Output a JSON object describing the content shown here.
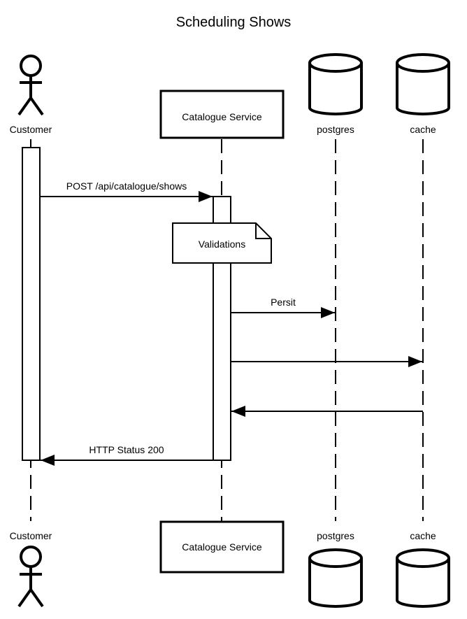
{
  "title": "Scheduling Shows",
  "participants": {
    "customer": {
      "label": "Customer",
      "kind": "actor"
    },
    "catalogue": {
      "label": "Catalogue Service",
      "kind": "box"
    },
    "postgres": {
      "label": "postgres",
      "kind": "database"
    },
    "cache": {
      "label": "cache",
      "kind": "database"
    }
  },
  "messages": {
    "post_shows": {
      "label": "POST /api/catalogue/shows",
      "from": "customer",
      "to": "catalogue"
    },
    "persist": {
      "label": "Persit",
      "from": "catalogue",
      "to": "postgres"
    },
    "to_cache": {
      "label": "",
      "from": "catalogue",
      "to": "cache"
    },
    "from_cache": {
      "label": "",
      "from": "cache",
      "to": "catalogue"
    },
    "http_status": {
      "label": "HTTP Status 200",
      "from": "catalogue",
      "to": "customer"
    }
  },
  "note": {
    "label": "Validations"
  }
}
